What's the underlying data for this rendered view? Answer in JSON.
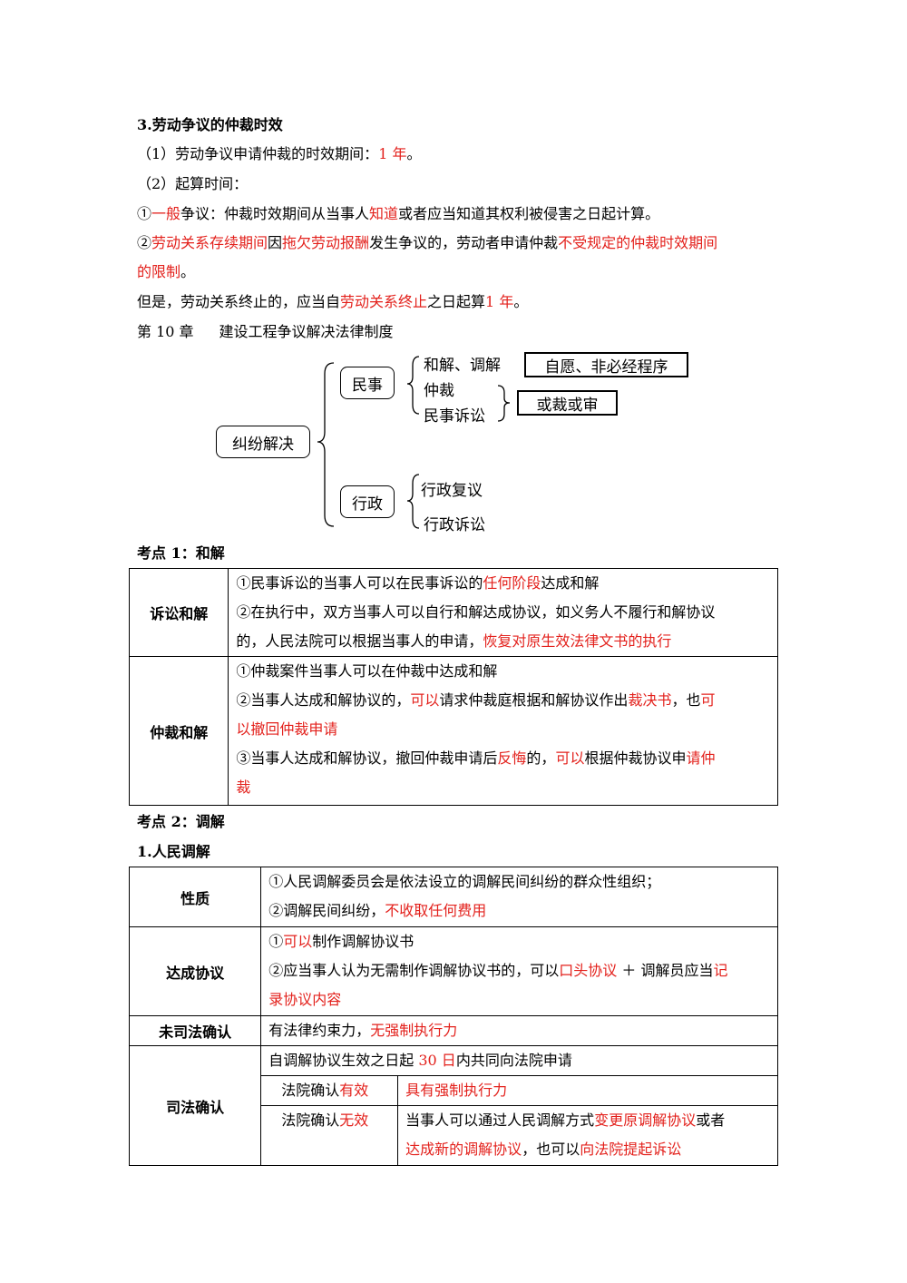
{
  "section3": {
    "title": "3.劳动争议的仲裁时效",
    "l1_a": "（1）劳动争议申请仲裁的时效期间：",
    "l1_b": "1 年",
    "l1_c": "。",
    "l2": "（2）起算时间：",
    "l3_a": "①",
    "l3_b": "一般",
    "l3_c": "争议：仲裁时效期间从当事人",
    "l3_d": "知道",
    "l3_e": "或者应当知道其权利被侵害之日起计算。",
    "l4_a": "②",
    "l4_b": "劳动关系存续期间",
    "l4_c": "因",
    "l4_d": "拖欠劳动报酬",
    "l4_e": "发生争议的，劳动者申请仲裁",
    "l4_f": "不受规定的仲裁时效期间",
    "l4_g": "的限制",
    "l4_h": "。",
    "l5_a": "但是，劳动关系终止的，应当自",
    "l5_b": "劳动关系终止",
    "l5_c": "之日起算",
    "l5_d": "1 年",
    "l5_e": "。"
  },
  "chapter": {
    "num": "第 10 章",
    "title": "建设工程争议解决法律制度"
  },
  "diagram": {
    "root": "纠纷解决",
    "civil": "民事",
    "admin": "行政",
    "civil_items": [
      "和解、调解",
      "仲裁",
      "民事诉讼"
    ],
    "admin_items": [
      "行政复议",
      "行政诉讼"
    ],
    "note1": "自愿、非必经程序",
    "note2": "或裁或审"
  },
  "kaodian1": {
    "title": "考点 1：和解",
    "rows": [
      {
        "head": "诉讼和解",
        "lines": [
          [
            {
              "t": "①民事诉讼的当事人可以在民事诉讼的"
            },
            {
              "t": "任何阶段",
              "red": true
            },
            {
              "t": "达成和解"
            }
          ],
          [
            {
              "t": "②在执行中，双方当事人可以自行和解达成协议，如义务人不履行和解协议"
            }
          ],
          [
            {
              "t": "的，人民法院可以根据当事人的申请，"
            },
            {
              "t": "恢复对原生效法律文书的执行",
              "red": true
            }
          ]
        ]
      },
      {
        "head": "仲裁和解",
        "lines": [
          [
            {
              "t": "①仲裁案件当事人可以在仲裁中达成和解"
            }
          ],
          [
            {
              "t": "②当事人达成和解协议的，"
            },
            {
              "t": "可以",
              "red": true
            },
            {
              "t": "请求仲裁庭根据和解协议作出"
            },
            {
              "t": "裁决书",
              "red": true
            },
            {
              "t": "，也"
            },
            {
              "t": "可",
              "red": true
            }
          ],
          [
            {
              "t": "以撤回仲裁申请",
              "red": true
            }
          ],
          [
            {
              "t": "③当事人达成和解协议，撤回仲裁申请后"
            },
            {
              "t": "反悔",
              "red": true
            },
            {
              "t": "的，"
            },
            {
              "t": "可以",
              "red": true
            },
            {
              "t": "根据仲裁协议申"
            },
            {
              "t": "请仲",
              "red": true
            }
          ],
          [
            {
              "t": "裁",
              "red": true
            }
          ]
        ]
      }
    ]
  },
  "kaodian2": {
    "title": "考点 2：调解",
    "sub": "1.人民调解",
    "rows": [
      {
        "head": "性质",
        "lines": [
          [
            {
              "t": "①人民调解委员会是依法设立的调解民间纠纷的群众性组织；"
            }
          ],
          [
            {
              "t": "②调解民间纠纷，"
            },
            {
              "t": "不收取任何费用",
              "red": true
            }
          ]
        ]
      },
      {
        "head": "达成协议",
        "lines": [
          [
            {
              "t": "①"
            },
            {
              "t": "可以",
              "red": true
            },
            {
              "t": "制作调解协议书"
            }
          ],
          [
            {
              "t": "②应当事人认为无需制作调解协议书的，可以"
            },
            {
              "t": "口头协议",
              "red": true
            },
            {
              "t": " ＋ 调解员应当"
            },
            {
              "t": "记",
              "red": true
            }
          ],
          [
            {
              "t": "录协议内容",
              "red": true
            }
          ]
        ]
      },
      {
        "head": "未司法确认",
        "lines": [
          [
            {
              "t": "有法律约束力，"
            },
            {
              "t": "无强制执行力",
              "red": true
            }
          ]
        ]
      }
    ],
    "judicial": {
      "head": "司法确认",
      "intro_a": "自调解协议生效之日起 ",
      "intro_b": "30 日",
      "intro_c": "内共同向法院申请",
      "valid_a": "法院确认",
      "valid_b": "有效",
      "valid_result": "具有强制执行力",
      "invalid_a": "法院确认",
      "invalid_b": "无效",
      "invalid_lines": [
        [
          {
            "t": "当事人可以通过人民调解方式"
          },
          {
            "t": "变更原调解协议",
            "red": true
          },
          {
            "t": "或者"
          }
        ],
        [
          {
            "t": "达成新的调解协议",
            "red": true
          },
          {
            "t": "，也可以"
          },
          {
            "t": "向法院提起诉讼",
            "red": true
          }
        ]
      ]
    }
  }
}
